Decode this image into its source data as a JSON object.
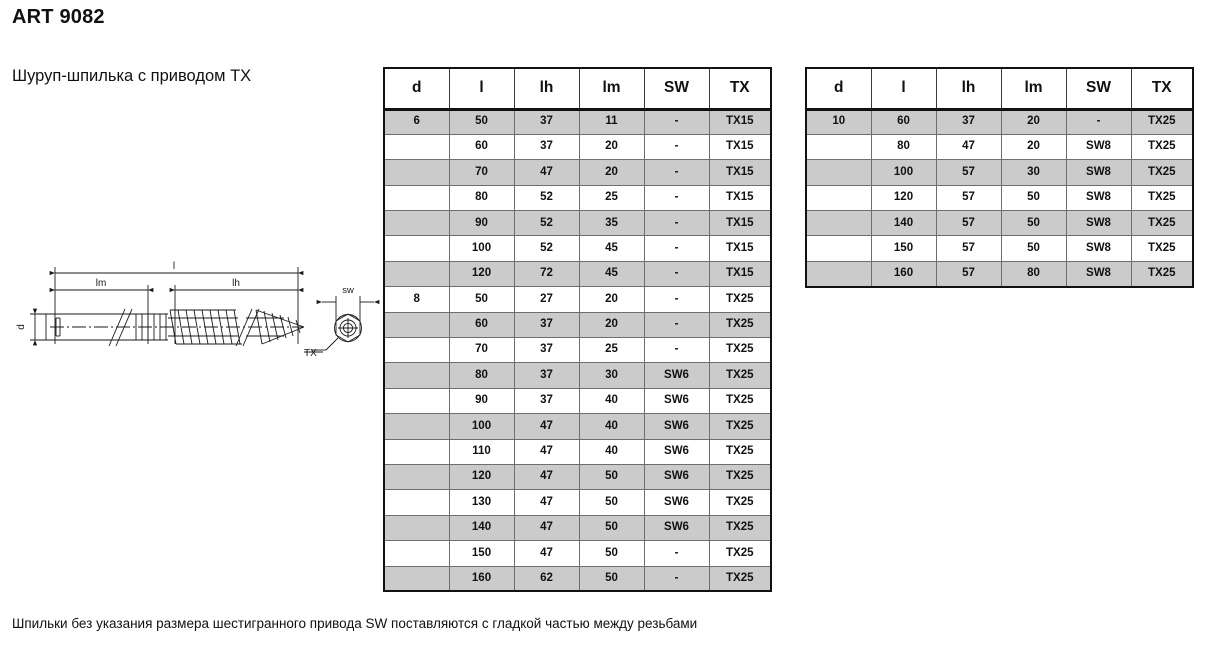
{
  "header": {
    "article_title": "ART 9082",
    "subtitle": "Шуруп-шпилька с приводом TX"
  },
  "footer": {
    "note": "Шпильки без указания размера шестигранного привода SW поставляются с гладкой частью между резьбами"
  },
  "drawing": {
    "labels": {
      "total_length": "l",
      "machine_thread": "lm",
      "wood_thread": "lh",
      "diameter": "d",
      "hex_drive": "sw",
      "torx_drive": "TX"
    }
  },
  "tables": {
    "columns": [
      "d",
      "l",
      "lh",
      "lm",
      "SW",
      "TX"
    ],
    "left": {
      "rows": [
        {
          "d": "6",
          "l": "50",
          "lh": "37",
          "lm": "11",
          "SW": "-",
          "TX": "TX15",
          "shaded": true
        },
        {
          "d": "",
          "l": "60",
          "lh": "37",
          "lm": "20",
          "SW": "-",
          "TX": "TX15",
          "shaded": false
        },
        {
          "d": "",
          "l": "70",
          "lh": "47",
          "lm": "20",
          "SW": "-",
          "TX": "TX15",
          "shaded": true
        },
        {
          "d": "",
          "l": "80",
          "lh": "52",
          "lm": "25",
          "SW": "-",
          "TX": "TX15",
          "shaded": false
        },
        {
          "d": "",
          "l": "90",
          "lh": "52",
          "lm": "35",
          "SW": "-",
          "TX": "TX15",
          "shaded": true
        },
        {
          "d": "",
          "l": "100",
          "lh": "52",
          "lm": "45",
          "SW": "-",
          "TX": "TX15",
          "shaded": false
        },
        {
          "d": "",
          "l": "120",
          "lh": "72",
          "lm": "45",
          "SW": "-",
          "TX": "TX15",
          "shaded": true
        },
        {
          "d": "8",
          "l": "50",
          "lh": "27",
          "lm": "20",
          "SW": "-",
          "TX": "TX25",
          "shaded": false
        },
        {
          "d": "",
          "l": "60",
          "lh": "37",
          "lm": "20",
          "SW": "-",
          "TX": "TX25",
          "shaded": true
        },
        {
          "d": "",
          "l": "70",
          "lh": "37",
          "lm": "25",
          "SW": "-",
          "TX": "TX25",
          "shaded": false
        },
        {
          "d": "",
          "l": "80",
          "lh": "37",
          "lm": "30",
          "SW": "SW6",
          "TX": "TX25",
          "shaded": true
        },
        {
          "d": "",
          "l": "90",
          "lh": "37",
          "lm": "40",
          "SW": "SW6",
          "TX": "TX25",
          "shaded": false
        },
        {
          "d": "",
          "l": "100",
          "lh": "47",
          "lm": "40",
          "SW": "SW6",
          "TX": "TX25",
          "shaded": true
        },
        {
          "d": "",
          "l": "110",
          "lh": "47",
          "lm": "40",
          "SW": "SW6",
          "TX": "TX25",
          "shaded": false
        },
        {
          "d": "",
          "l": "120",
          "lh": "47",
          "lm": "50",
          "SW": "SW6",
          "TX": "TX25",
          "shaded": true
        },
        {
          "d": "",
          "l": "130",
          "lh": "47",
          "lm": "50",
          "SW": "SW6",
          "TX": "TX25",
          "shaded": false
        },
        {
          "d": "",
          "l": "140",
          "lh": "47",
          "lm": "50",
          "SW": "SW6",
          "TX": "TX25",
          "shaded": true
        },
        {
          "d": "",
          "l": "150",
          "lh": "47",
          "lm": "50",
          "SW": "-",
          "TX": "TX25",
          "shaded": false
        },
        {
          "d": "",
          "l": "160",
          "lh": "62",
          "lm": "50",
          "SW": "-",
          "TX": "TX25",
          "shaded": true
        }
      ]
    },
    "right": {
      "rows": [
        {
          "d": "10",
          "l": "60",
          "lh": "37",
          "lm": "20",
          "SW": "-",
          "TX": "TX25",
          "shaded": true
        },
        {
          "d": "",
          "l": "80",
          "lh": "47",
          "lm": "20",
          "SW": "SW8",
          "TX": "TX25",
          "shaded": false
        },
        {
          "d": "",
          "l": "100",
          "lh": "57",
          "lm": "30",
          "SW": "SW8",
          "TX": "TX25",
          "shaded": true
        },
        {
          "d": "",
          "l": "120",
          "lh": "57",
          "lm": "50",
          "SW": "SW8",
          "TX": "TX25",
          "shaded": false
        },
        {
          "d": "",
          "l": "140",
          "lh": "57",
          "lm": "50",
          "SW": "SW8",
          "TX": "TX25",
          "shaded": true
        },
        {
          "d": "",
          "l": "150",
          "lh": "57",
          "lm": "50",
          "SW": "SW8",
          "TX": "TX25",
          "shaded": false
        },
        {
          "d": "",
          "l": "160",
          "lh": "57",
          "lm": "80",
          "SW": "SW8",
          "TX": "TX25",
          "shaded": true
        }
      ]
    }
  }
}
